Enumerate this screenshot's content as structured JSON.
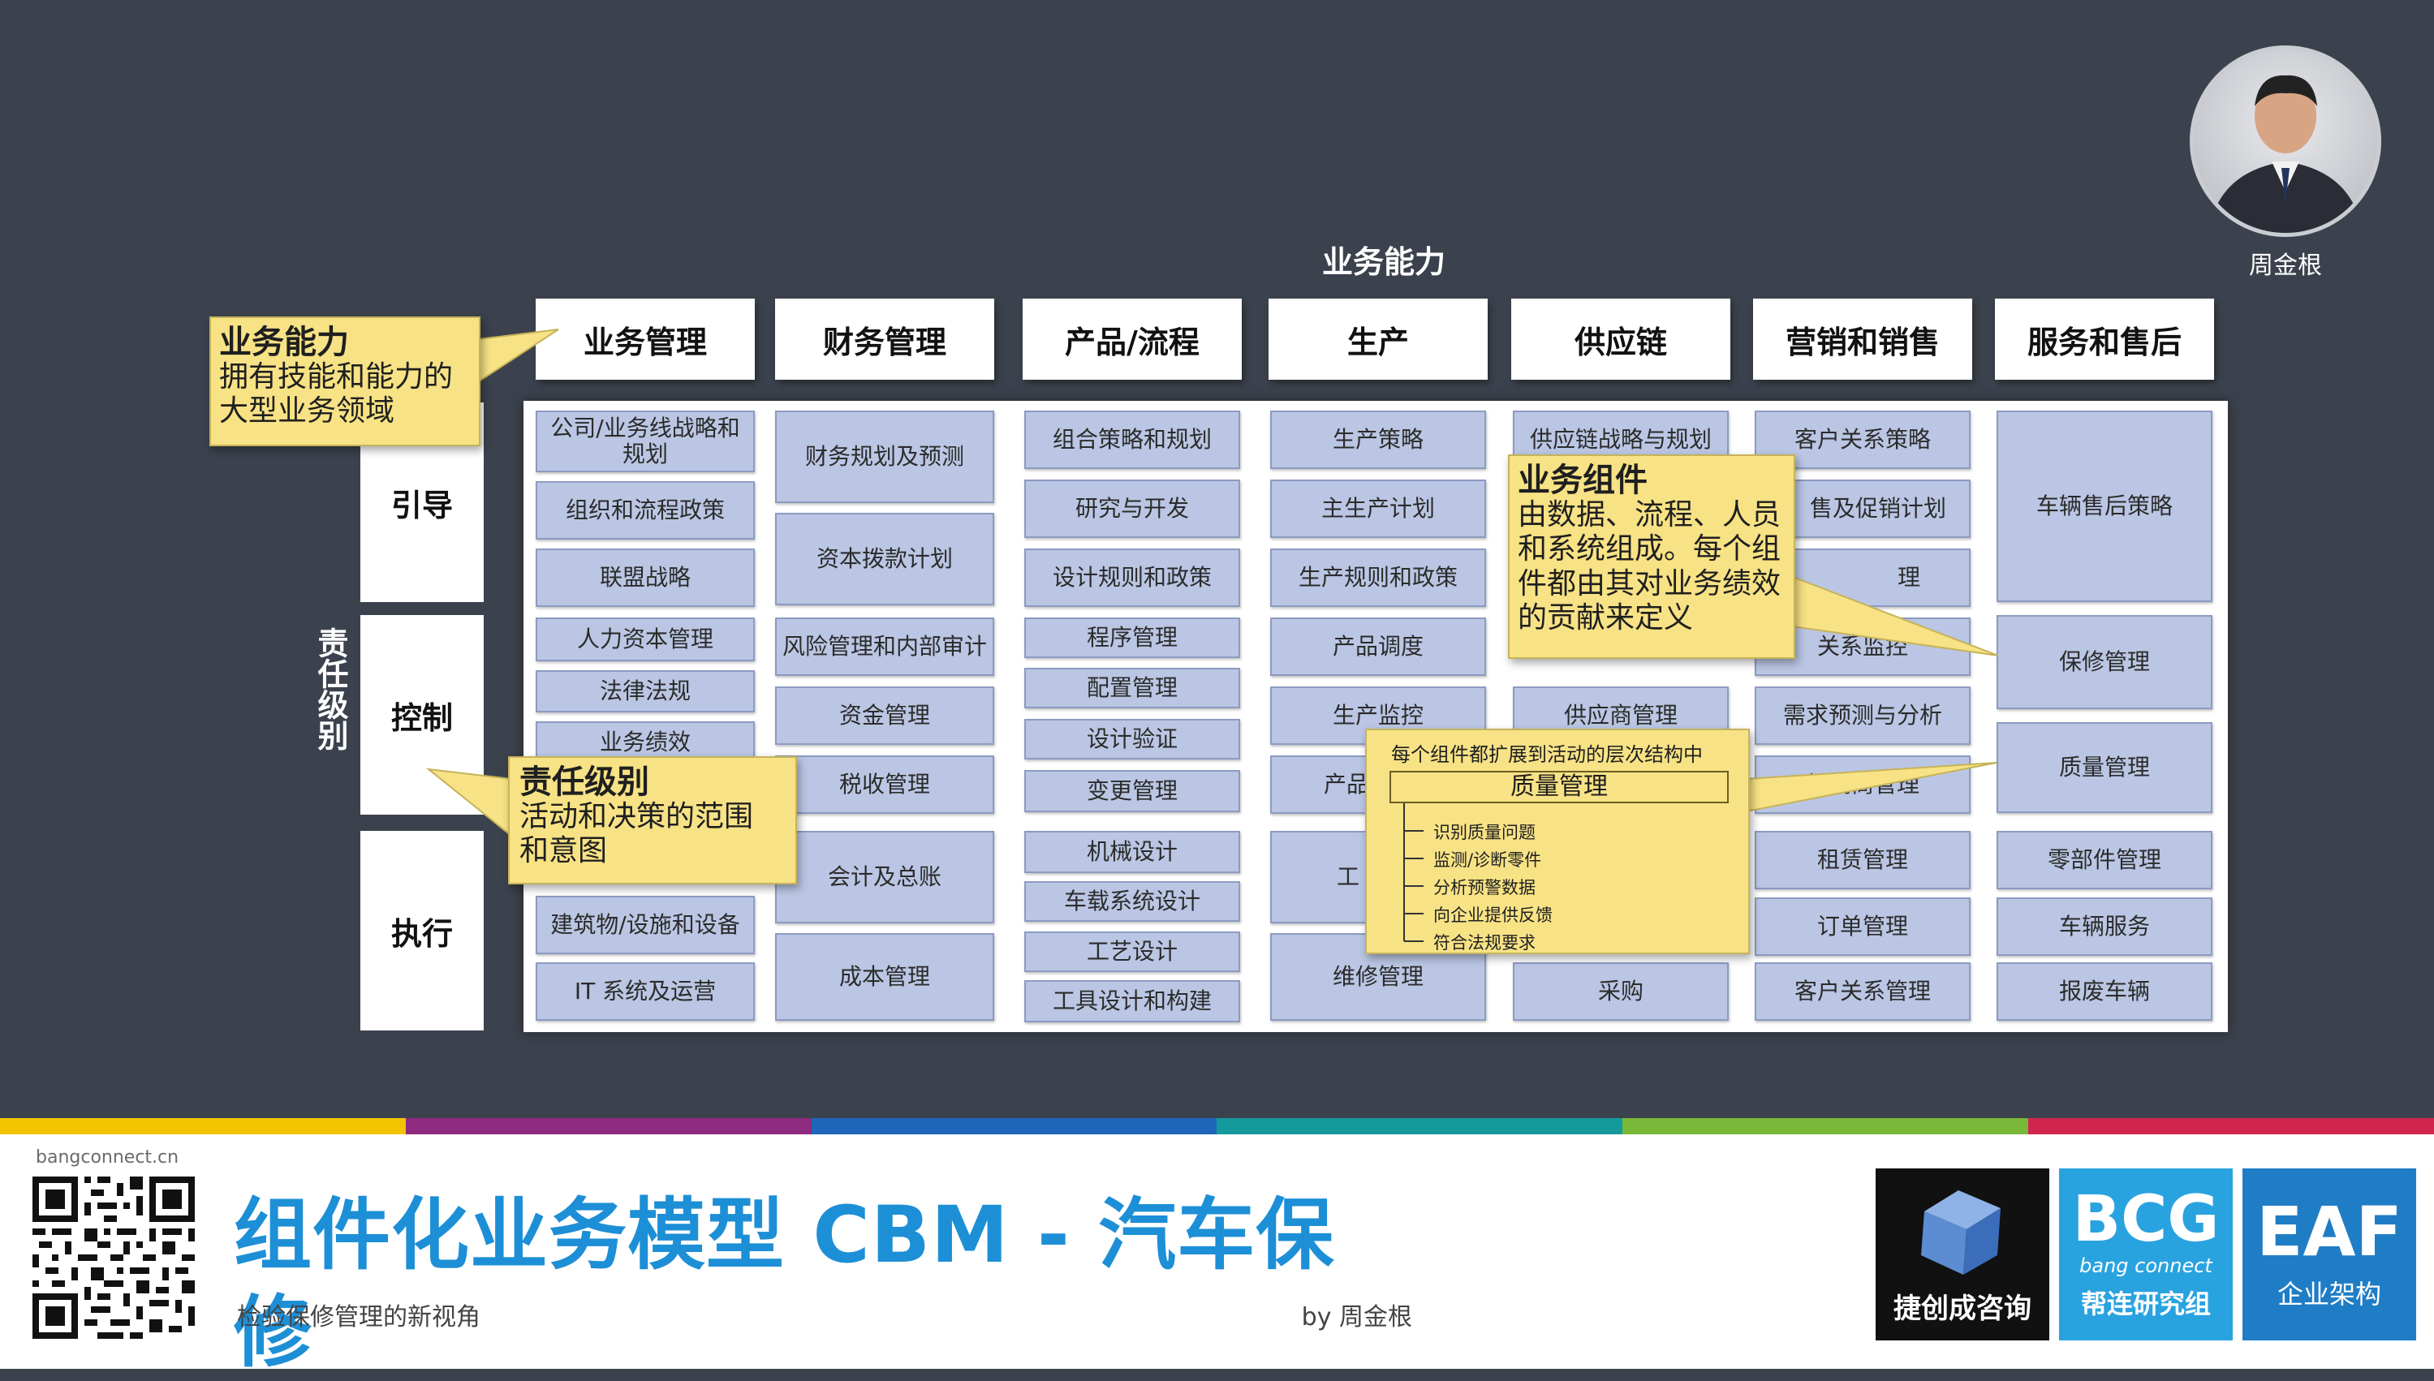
{
  "header": {
    "section_label": "业务能力",
    "avatar_name": "周金根",
    "columns": [
      "业务管理",
      "财务管理",
      "产品/流程",
      "生产",
      "供应链",
      "营销和销售",
      "服务和售后"
    ]
  },
  "levels": {
    "axis_label": "责任级别",
    "rows": [
      "引导",
      "控制",
      "执行"
    ]
  },
  "components": {
    "c1": [
      "公司/业务线战略和规划",
      "组织和流程政策",
      "联盟战略",
      "人力资本管理",
      "法律法规",
      "业务绩效",
      "建筑物/设施和设备",
      "IT 系统及运营"
    ],
    "c2": [
      "财务规划及预测",
      "资本拨款计划",
      "风险管理和内部审计",
      "资金管理",
      "税收管理",
      "会计及总账",
      "成本管理"
    ],
    "c3": [
      "组合策略和规划",
      "研究与开发",
      "设计规则和政策",
      "程序管理",
      "配置管理",
      "设计验证",
      "变更管理",
      "机械设计",
      "车载系统设计",
      "工艺设计",
      "工具设计和构建"
    ],
    "c4": [
      "生产策略",
      "主生产计划",
      "生产规则和政策",
      "产品调度",
      "生产监控",
      "产品",
      "工",
      "维修管理"
    ],
    "c5": [
      "供应链战略与规划",
      "供应商管理",
      "采购"
    ],
    "c6": [
      "客户关系策略",
      "售及促销计划",
      "理",
      "关系监控",
      "需求预测与分析",
      "经销商管理",
      "租赁管理",
      "订单管理",
      "客户关系管理"
    ],
    "c7": [
      "车辆售后策略",
      "保修管理",
      "质量管理",
      "零部件管理",
      "车辆服务",
      "报废车辆"
    ]
  },
  "callouts": {
    "capability": {
      "title": "业务能力",
      "body": [
        "拥有技能和能力的",
        "大型业务领域"
      ]
    },
    "component": {
      "title": "业务组件",
      "body": [
        "由数据、流程、人员",
        "和系统组成。每个组",
        "件都由其对业务绩效",
        "的贡献来定义"
      ]
    },
    "level": {
      "title": "责任级别",
      "body": [
        "活动和决策的范围",
        "和意图"
      ]
    },
    "hierarchy": {
      "title": "每个组件都扩展到活动的层次结构中",
      "root": "质量管理",
      "items": [
        "识别质量问题",
        "监测/诊断零件",
        "分析预警数据",
        "向企业提供反馈",
        "符合法规要求"
      ]
    }
  },
  "footer": {
    "site": "bangconnect.cn",
    "title": "组件化业务模型 CBM - 汽车保修",
    "subtitle": "检验保修管理的新视角",
    "byline": "by 周金根",
    "logos": {
      "jiechuang": "捷创成咨询",
      "bcg_big": "BCG",
      "bcg_small": "bang connect",
      "bcg_label": "帮连研究组",
      "eaf_big": "EAF",
      "eaf_label": "企业架构"
    },
    "stripe_colors": [
      "#f3c300",
      "#8e2a7f",
      "#1e66b8",
      "#159a9c",
      "#7ab83a",
      "#d0264e"
    ]
  }
}
